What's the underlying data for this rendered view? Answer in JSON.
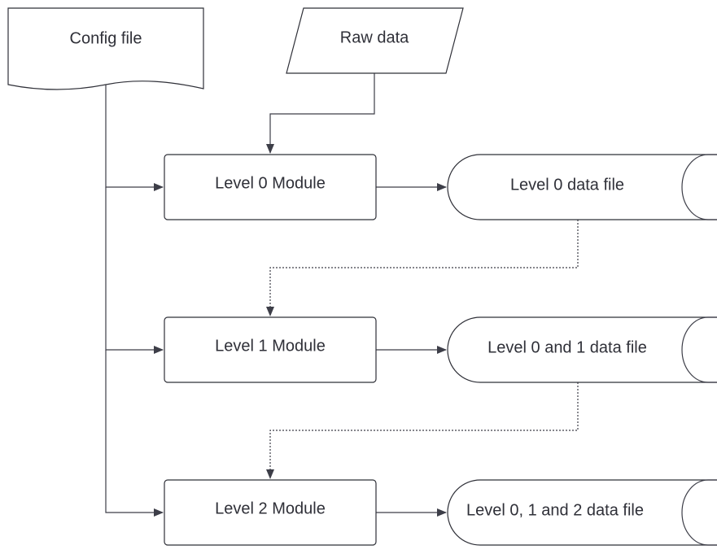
{
  "nodes": {
    "config_file": "Config file",
    "raw_data": "Raw data",
    "level0_module": "Level 0 Module",
    "level1_module": "Level 1 Module",
    "level2_module": "Level 2 Module",
    "level0_datafile": "Level 0 data file",
    "level01_datafile": "Level 0 and 1 data file",
    "level012_datafile": "Level 0, 1 and 2 data file"
  },
  "colors": {
    "stroke": "#2f3038",
    "text": "#2f3038",
    "background": "#ffffff"
  }
}
